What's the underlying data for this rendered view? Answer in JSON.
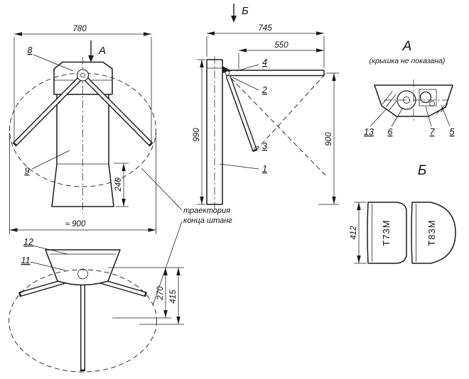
{
  "front": {
    "dim_780": "780",
    "view_label": "A",
    "c8": "8",
    "c9": "9",
    "dim_240": "240",
    "dim_approx_900": "≈ 900"
  },
  "side": {
    "view_label": "Б",
    "dim_745": "745",
    "dim_550": "550",
    "dim_990": "990",
    "dim_900": "900",
    "c4": "4",
    "c2": "2",
    "c3": "3",
    "c1": "1"
  },
  "top": {
    "c12": "12",
    "c11": "11",
    "dim_270": "270",
    "dim_415": "415"
  },
  "note": {
    "line1": "траектория",
    "line2": "конца штанг"
  },
  "view_a": {
    "title": "A",
    "subtitle": "(крышка не показана)",
    "c13": "13",
    "c6": "6",
    "c7": "7",
    "c5": "5"
  },
  "view_b": {
    "title": "Б",
    "dim_412": "412",
    "model_left": "Т73М",
    "model_right": "Т83М"
  }
}
